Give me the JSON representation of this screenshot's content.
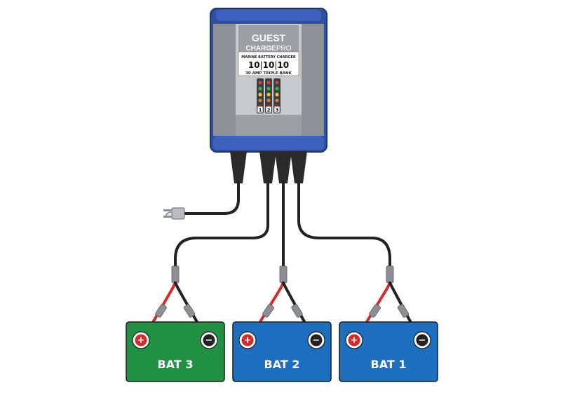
{
  "charger": {
    "brand_line1": "GUEST",
    "brand_line2_bold": "CHARGE",
    "brand_line2_light": "PRO",
    "subtitle": "MARINE BATTERY CHARGER",
    "rating_a": "10",
    "rating_b": "10",
    "rating_c": "10",
    "bank_label": "30 AMP TRIPLE BANK",
    "bank_numbers": [
      "1",
      "2",
      "3"
    ],
    "body_color": "#2f4fa3",
    "led_colors": [
      "#e03a3a",
      "#3fae49",
      "#f2c230",
      "#e07a2a",
      "#c8202c"
    ]
  },
  "batteries": [
    {
      "label": "BAT 3",
      "color": "#219243"
    },
    {
      "label": "BAT 2",
      "color": "#1d6fbf"
    },
    {
      "label": "BAT 1",
      "color": "#1d6fbf"
    }
  ],
  "terminals": {
    "positive": "+",
    "negative": "−",
    "positive_color": "#d42a2a",
    "negative_color": "#222222"
  },
  "icons": {
    "plug": "ac-plug-icon",
    "clamp": "ring-terminal-icon"
  }
}
